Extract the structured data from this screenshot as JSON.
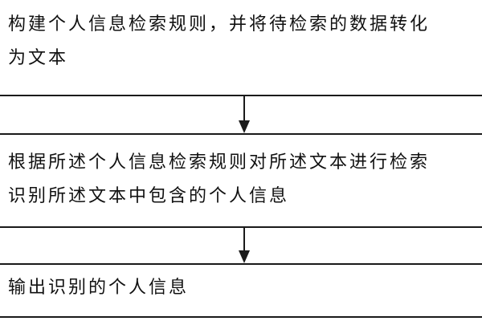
{
  "flowchart": {
    "steps": [
      {
        "text": "构建个人信息检索规则，并将待检索的数据转化\n为文本"
      },
      {
        "text": "根据所述个人信息检索规则对所述文本进行检索\n识别所述文本中包含的个人信息"
      },
      {
        "text": "输出识别的个人信息"
      }
    ],
    "colors": {
      "line": "#1a1a1a",
      "background": "#ffffff",
      "text": "#111111"
    }
  }
}
